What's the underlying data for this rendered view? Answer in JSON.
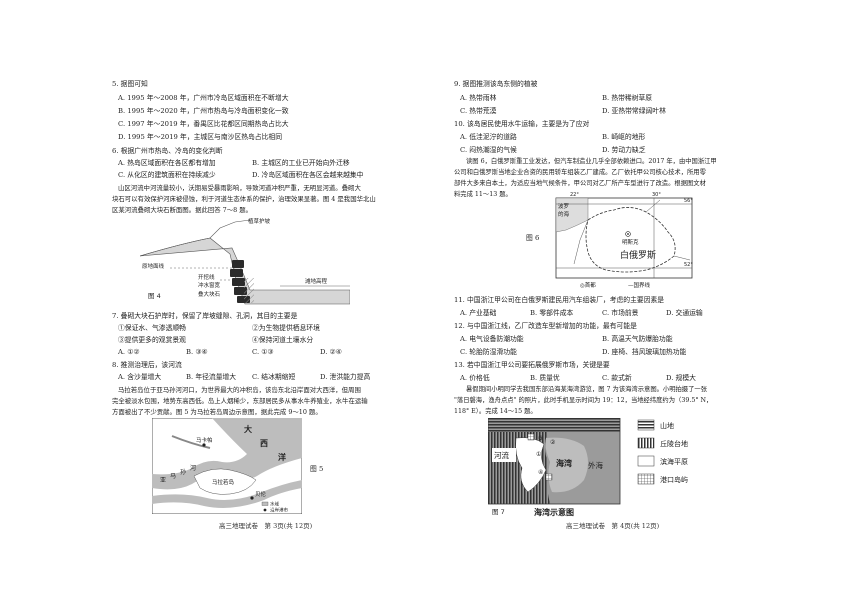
{
  "left_page": {
    "q5": {
      "stem": "5. 据图可知",
      "options": [
        "A. 1995 年～2008 年，广州市冷岛区域面积在不断增大",
        "B. 1995 年～2020 年，广州市热岛与冷岛面积变化一致",
        "C. 1997 年～2019 年，番禺区比花都区同期热岛占比大",
        "D. 1995 年～2019 年，主城区与南沙区热岛占比相同"
      ]
    },
    "q6": {
      "stem": "6. 根据广州市热岛、冷岛的变化判断",
      "options": [
        "A. 热岛区域面积在各区都有增加",
        "B. 主城区的工业已开始向外迁移",
        "C. 从化区的建筑面积在持续减少",
        "D. 冷岛区域面积在各区会越来越集中"
      ]
    },
    "intro_4": [
      "山区河流中河流量较小，沃期易受暴雨影响，导致河道冲积严重，无明显河道。叠砌大",
      "块石可以有效保护河床被侵蚀，利于河道生态体系的保护，治理效果显著。图 4 是我国华北山",
      "区某河流叠砌大块石断面图。据此回答 7～8 题。"
    ],
    "fig4": {
      "labels": [
        "植草护坡",
        "原地面线",
        "开挖线",
        "冲水窗宽",
        "叠大块石",
        "滩地高程"
      ],
      "caption": "图 4"
    },
    "q7": {
      "stem": "7. 叠砌大块石护岸时，保留了岸坡缝隙、孔洞，其目的主要是",
      "items": [
        "①保证水、气渗透顺畅",
        "②为生物提供栖息环境",
        "③提供更多的观赏景观",
        "④保持河道土壤水分"
      ],
      "options": [
        "A. ①②",
        "B. ③④",
        "C. ①③",
        "D. ②④"
      ]
    },
    "q8": {
      "stem": "8. 推测治理后，该河流",
      "options": [
        "A. 含沙量增大",
        "B. 年径流量增大",
        "C. 结冰期缩短",
        "D. 泄洪能力提高"
      ]
    },
    "intro_5": [
      "马拉若岛位于亚马孙河河口，为世界最大的冲积岛，该岛东北沿岸面对大西洋，但周围",
      "完全被淡水包围，地势东高西低。岛上人烟稀少，东部居民多从事水牛养殖业，水牛在运输",
      "方面被出了不少贡献。图 5 为马拉若岛周边示意图，据此完成 9～10 题。"
    ],
    "fig5": {
      "labels": [
        "大",
        "西",
        "洋",
        "马卡帕",
        "马拉若岛",
        "亚",
        "马",
        "孙",
        "河",
        "贝伦"
      ],
      "legend": [
        "水域",
        "沿岸港市"
      ],
      "caption": "图 5"
    },
    "footer": "高三地理试卷　第 3页(共 12页)"
  },
  "right_page": {
    "q9": {
      "stem": "9. 据图推测该岛东侧的植被",
      "options": [
        "A. 热带雨林",
        "B. 热带稀树草原",
        "C. 热带荒漠",
        "D. 亚热带常绿阔叶林"
      ]
    },
    "q10": {
      "stem": "10. 该岛居民使用水牛运输，主要是为了应对",
      "options": [
        "A. 低洼泥泞的道路",
        "B. 崎岖的地形",
        "C. 闷热潮湿的气候",
        "D. 劳动力缺乏"
      ]
    },
    "intro_6": [
      "读图 6，白俄罗斯重工业发达，但汽车制造业几乎全部依赖进口。2017 年，由中国浙江甲",
      "公司和白俄罗斯当地企业合资的民用轿车组装乙厂建成。乙厂依托甲公司核心技术，所用零",
      "部件大多来自本土，为适应当地气候条件，甲公司对乙厂所产车型进行了改造。根据图文材",
      "料完成 11～13 题。"
    ],
    "fig6": {
      "labels": [
        "波罗的海",
        "明斯克",
        "白俄罗斯"
      ],
      "coords": [
        "22°",
        "30°",
        "56°",
        "52°"
      ],
      "caption": "图 6",
      "legend": [
        "◎首都",
        "—国界线"
      ]
    },
    "q11": {
      "stem": "11. 中国浙江甲公司在白俄罗斯建民用汽车组装厂，考虑的主要因素是",
      "options": [
        "A. 产业基础",
        "B. 零部件成本",
        "C. 市场前景",
        "D. 交通运输"
      ]
    },
    "q12": {
      "stem": "12. 与中国浙江线，乙厂改造车型新增加的功能，最有可能是",
      "options": [
        "A. 电气设备防潮功能",
        "B. 高温天气防爆胎功能",
        "C. 轮胎防湿滑功能",
        "D. 座椅、挡风玻璃加热功能"
      ]
    },
    "q13": {
      "stem": "13. 若中国浙江甲公司要拓展俄罗斯市场，关键是要",
      "options": [
        "A. 价格低",
        "B. 质量优",
        "C. 款式新",
        "D. 规模大"
      ]
    },
    "intro_7": [
      "暑假期间小明同学去我国东部沿海某海湾游览，图 7 为该海湾示意图。小明拍摄了一张",
      "\"落日磐海，渔舟点点\" 的照片，此时手机显示时间为 19：12，当地经纬度约为（39.5° N，",
      "118° E）。完成 14～15 题。"
    ],
    "fig7": {
      "labels": [
        "河流",
        "海湾",
        "外海",
        "①",
        "②",
        "③",
        "④"
      ],
      "legend": [
        "山地",
        "丘陵台地",
        "滨海平原",
        "港口岛屿"
      ],
      "caption": "图 7",
      "title": "海湾示意图"
    },
    "footer": "高三地理试卷　第 4页(共 12页)"
  },
  "colors": {
    "water": "#c9c9c9",
    "dark_hatch": "#444444",
    "map_line": "#333333"
  }
}
